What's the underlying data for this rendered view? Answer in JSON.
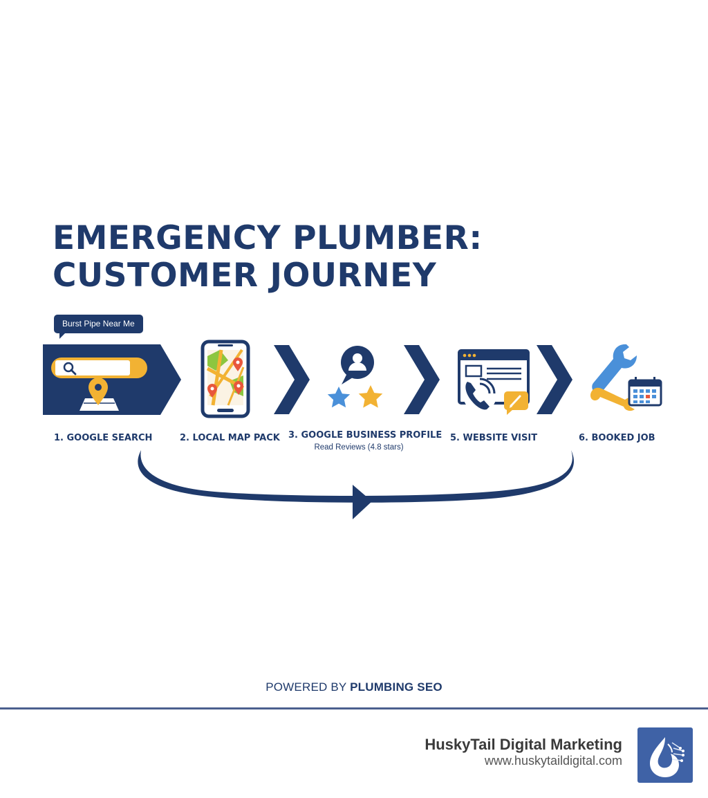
{
  "title": {
    "line1": "EMERGENCY PLUMBER:",
    "line2": "CUSTOMER JOURNEY"
  },
  "search_bubble": "Burst Pipe Near Me",
  "steps": [
    {
      "label": "1. GOOGLE SEARCH",
      "icon": "search-bar-map-pin-icon"
    },
    {
      "label": "2. LOCAL MAP PACK",
      "icon": "smartphone-map-icon"
    },
    {
      "label": "3. GOOGLE BUSINESS PROFILE",
      "sublabel": "Read Reviews (4.8 stars)",
      "icon": "profile-stars-icon"
    },
    {
      "label": "5. WEBSITE VISIT",
      "icon": "website-phone-icon"
    },
    {
      "label": "6. BOOKED JOB",
      "icon": "wrench-calendar-icon"
    }
  ],
  "footer": {
    "powered_prefix": "POWERED BY",
    "powered_brand": "PLUMBING SEO",
    "brand_name": "HuskyTail Digital Marketing",
    "brand_url": "www.huskytaildigital.com"
  },
  "colors": {
    "navy": "#1f3a6b",
    "gold": "#f2b233",
    "blue": "#4a90d9",
    "red": "#e8573c",
    "green": "#8cc63f"
  }
}
